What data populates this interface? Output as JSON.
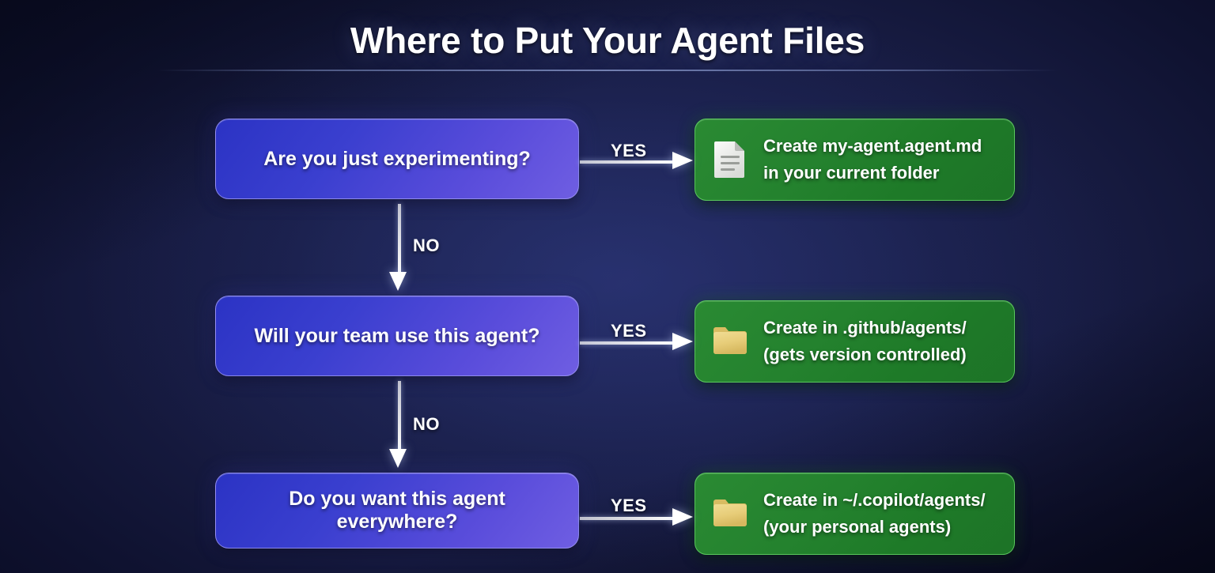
{
  "title": "Where to Put Your Agent Files",
  "colors": {
    "background_dark": "#0a0c24",
    "background_mid": "#232a60",
    "decision_gradient_start": "#2b33c4",
    "decision_gradient_end": "#6f5ee2",
    "outcome_green_start": "#2a8a33",
    "outcome_green_end": "#1d7327",
    "arrow_white": "#ffffff",
    "text_white": "#ffffff",
    "folder_icon": "#e8cf7e",
    "document_icon": "#f0f0ee"
  },
  "flow": {
    "decisions": [
      {
        "label": "Are you just experimenting?"
      },
      {
        "label": "Will your team use this agent?"
      },
      {
        "label": "Do you want this agent everywhere?"
      }
    ],
    "outcomes": [
      {
        "icon": "document-icon",
        "line1": "Create my-agent.agent.md",
        "line2": "in your current folder"
      },
      {
        "icon": "folder-icon",
        "line1": "Create in .github/agents/",
        "line2": "(gets version controlled)"
      },
      {
        "icon": "folder-icon",
        "line1": "Create in ~/.copilot/agents/",
        "line2": "(your personal agents)"
      }
    ],
    "yes_labels": [
      "YES",
      "YES",
      "YES"
    ],
    "no_labels": [
      "NO",
      "NO"
    ]
  }
}
